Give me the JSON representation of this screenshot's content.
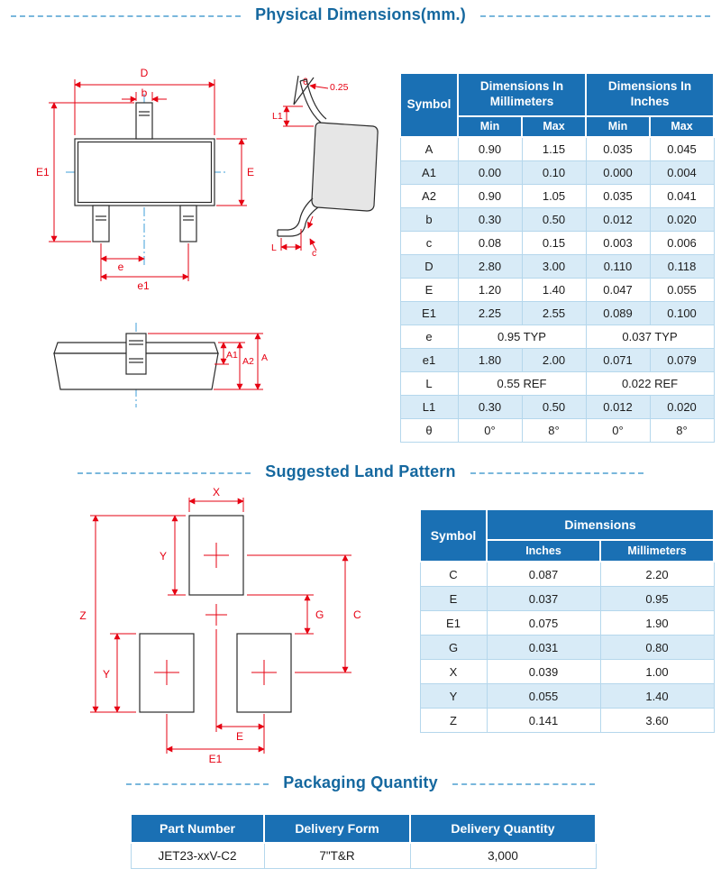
{
  "titles": {
    "physical": "Physical Dimensions(mm.)",
    "land": "Suggested Land Pattern",
    "packaging": "Packaging Quantity"
  },
  "dim_table": {
    "headers": {
      "symbol": "Symbol",
      "mm": "Dimensions In Millimeters",
      "inches": "Dimensions In Inches",
      "min": "Min",
      "max": "Max"
    },
    "rows": [
      {
        "symbol": "A",
        "mm_min": "0.90",
        "mm_max": "1.15",
        "in_min": "0.035",
        "in_max": "0.045"
      },
      {
        "symbol": "A1",
        "mm_min": "0.00",
        "mm_max": "0.10",
        "in_min": "0.000",
        "in_max": "0.004"
      },
      {
        "symbol": "A2",
        "mm_min": "0.90",
        "mm_max": "1.05",
        "in_min": "0.035",
        "in_max": "0.041"
      },
      {
        "symbol": "b",
        "mm_min": "0.30",
        "mm_max": "0.50",
        "in_min": "0.012",
        "in_max": "0.020"
      },
      {
        "symbol": "c",
        "mm_min": "0.08",
        "mm_max": "0.15",
        "in_min": "0.003",
        "in_max": "0.006"
      },
      {
        "symbol": "D",
        "mm_min": "2.80",
        "mm_max": "3.00",
        "in_min": "0.110",
        "in_max": "0.118"
      },
      {
        "symbol": "E",
        "mm_min": "1.20",
        "mm_max": "1.40",
        "in_min": "0.047",
        "in_max": "0.055"
      },
      {
        "symbol": "E1",
        "mm_min": "2.25",
        "mm_max": "2.55",
        "in_min": "0.089",
        "in_max": "0.100"
      },
      {
        "symbol": "e",
        "mm_span": "0.95 TYP",
        "in_span": "0.037 TYP"
      },
      {
        "symbol": "e1",
        "mm_min": "1.80",
        "mm_max": "2.00",
        "in_min": "0.071",
        "in_max": "0.079"
      },
      {
        "symbol": "L",
        "mm_span": "0.55 REF",
        "in_span": "0.022 REF"
      },
      {
        "symbol": "L1",
        "mm_min": "0.30",
        "mm_max": "0.50",
        "in_min": "0.012",
        "in_max": "0.020"
      },
      {
        "symbol": "θ",
        "mm_min": "0°",
        "mm_max": "8°",
        "in_min": "0°",
        "in_max": "8°"
      }
    ]
  },
  "land_table": {
    "headers": {
      "symbol": "Symbol",
      "dimensions": "Dimensions",
      "inches": "Inches",
      "millimeters": "Millimeters"
    },
    "rows": [
      {
        "symbol": "C",
        "inches": "0.087",
        "mm": "2.20"
      },
      {
        "symbol": "E",
        "inches": "0.037",
        "mm": "0.95"
      },
      {
        "symbol": "E1",
        "inches": "0.075",
        "mm": "1.90"
      },
      {
        "symbol": "G",
        "inches": "0.031",
        "mm": "0.80"
      },
      {
        "symbol": "X",
        "inches": "0.039",
        "mm": "1.00"
      },
      {
        "symbol": "Y",
        "inches": "0.055",
        "mm": "1.40"
      },
      {
        "symbol": "Z",
        "inches": "0.141",
        "mm": "3.60"
      }
    ]
  },
  "packaging_table": {
    "headers": {
      "part_number": "Part Number",
      "delivery_form": "Delivery Form",
      "delivery_quantity": "Delivery Quantity"
    },
    "rows": [
      {
        "part_number": "JET23-xxV-C2",
        "delivery_form": "7\"T&R",
        "delivery_quantity": "3,000"
      }
    ]
  },
  "drawing_labels": {
    "top_view": {
      "d": "D",
      "b": "b",
      "e1_overall": "E1",
      "e_body": "E",
      "e_pitch": "e",
      "e1_pitch": "e1"
    },
    "side_view": {
      "theta": "θ",
      "tip_width": "0.25",
      "l1": "L1",
      "l": "L",
      "c": "c"
    },
    "front_view": {
      "a1": "A1",
      "a2": "A2",
      "a": "A"
    },
    "land_pattern": {
      "x": "X",
      "y_top": "Y",
      "y_bottom": "Y",
      "z": "Z",
      "g": "G",
      "c": "C",
      "e": "E",
      "e1": "E1"
    }
  },
  "colors": {
    "header_blue": "#1a70b4",
    "title_blue": "#15689f",
    "row_alt_blue": "#d8ebf7",
    "dimension_red": "#e60012",
    "centerline_blue": "#3f9fd8"
  }
}
